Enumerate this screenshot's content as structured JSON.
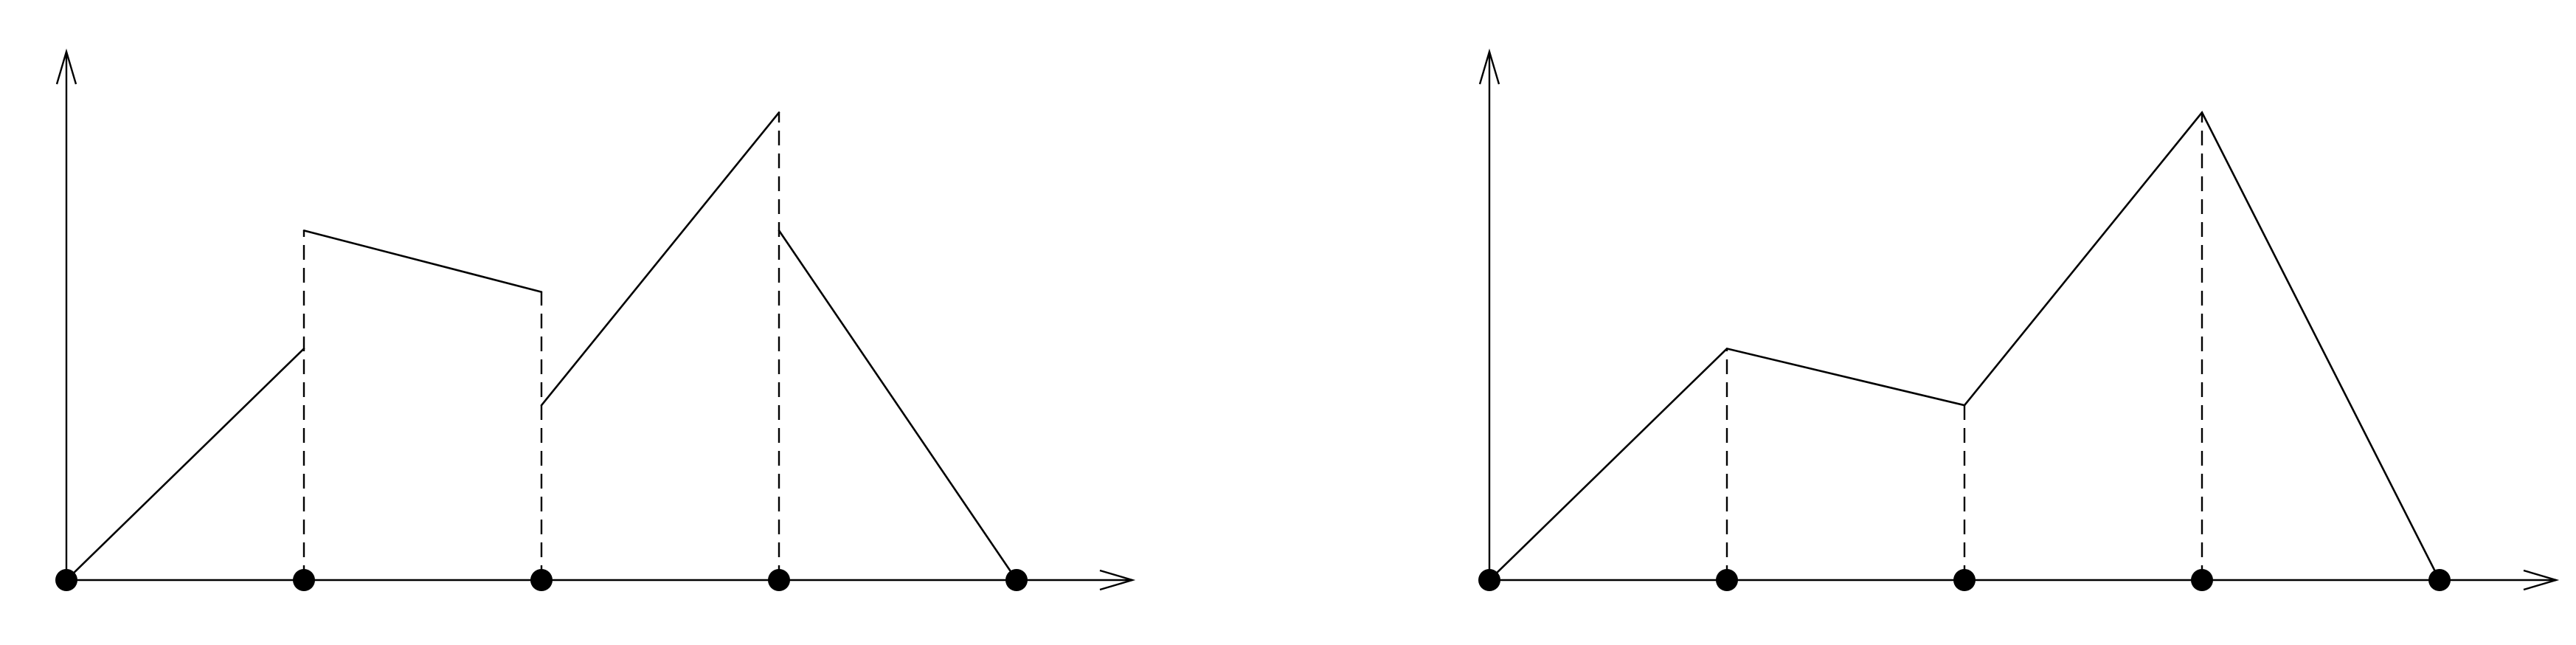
{
  "figure": {
    "panels": [
      {
        "id": "left",
        "description_type": "piecewise-linear-discontinuous",
        "node_count": 5,
        "interior_nodes": [
          1,
          2,
          3
        ],
        "segments": [
          {
            "from": {
              "x": 0,
              "y": 0
            },
            "to": {
              "x": 1,
              "y": 0.49
            }
          },
          {
            "from": {
              "x": 1,
              "y": 0.74
            },
            "to": {
              "x": 2,
              "y": 0.61
            }
          },
          {
            "from": {
              "x": 2,
              "y": 0.37
            },
            "to": {
              "x": 3,
              "y": 0.99
            }
          },
          {
            "from": {
              "x": 3,
              "y": 0.74
            },
            "to": {
              "x": 4,
              "y": 0
            }
          }
        ],
        "dashed_guides": [
          {
            "x": 1,
            "y_top": 0.74
          },
          {
            "x": 2,
            "y_top": 0.61
          },
          {
            "x": 3,
            "y_top": 0.99
          }
        ]
      },
      {
        "id": "right",
        "description_type": "piecewise-linear-continuous",
        "node_count": 5,
        "interior_nodes": [
          1,
          2,
          3
        ],
        "polyline": [
          {
            "x": 0,
            "y": 0
          },
          {
            "x": 1,
            "y": 0.49
          },
          {
            "x": 2,
            "y": 0.37
          },
          {
            "x": 3,
            "y": 0.99
          },
          {
            "x": 4,
            "y": 0
          }
        ],
        "dashed_guides": [
          {
            "x": 1,
            "y_top": 0.49
          },
          {
            "x": 2,
            "y_top": 0.37
          },
          {
            "x": 3,
            "y_top": 0.99
          }
        ]
      }
    ],
    "colors": {
      "stroke": "#000000",
      "background": "#ffffff"
    }
  }
}
